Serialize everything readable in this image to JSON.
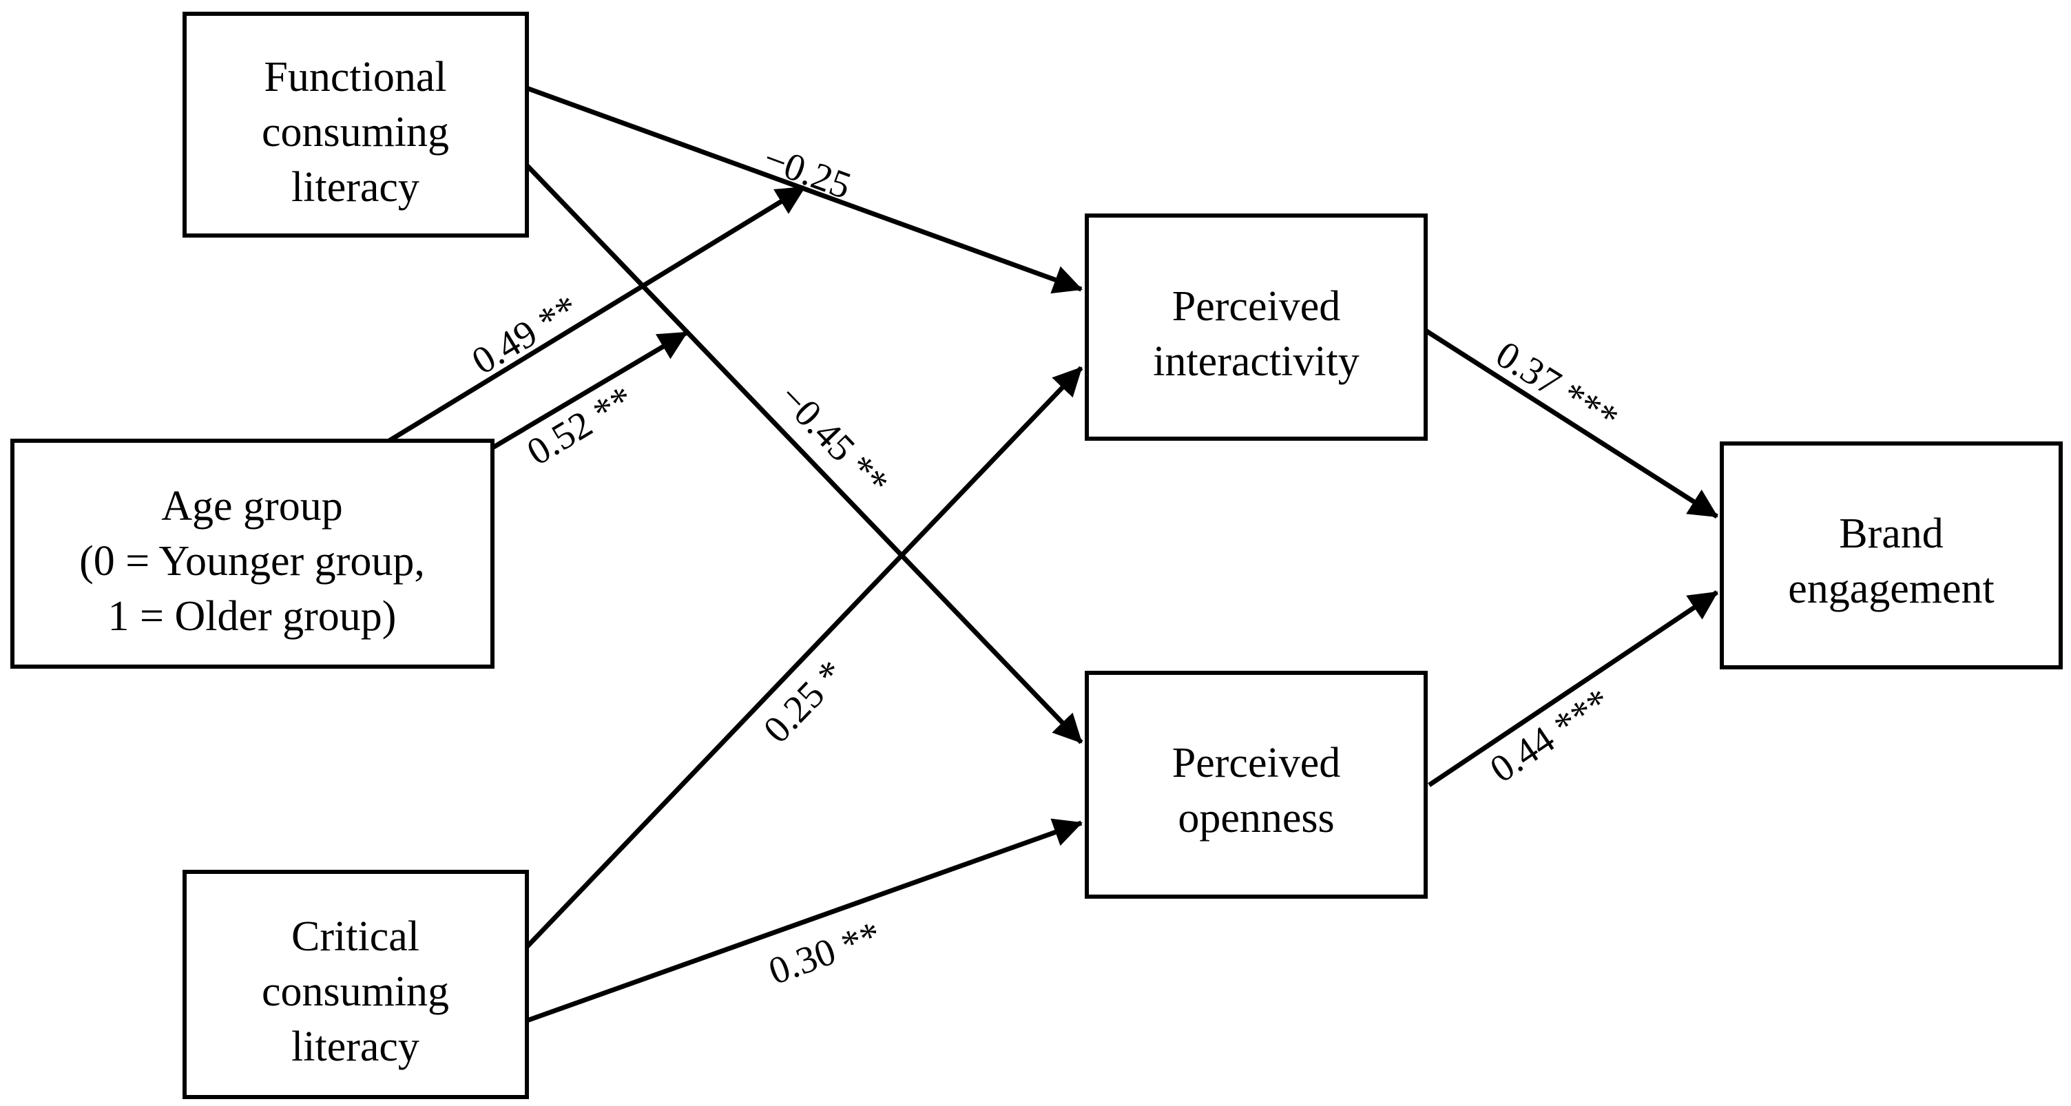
{
  "diagram": {
    "nodes": {
      "functional_literacy": [
        "Functional",
        "consuming",
        "literacy"
      ],
      "age_group": [
        "Age group",
        "(0 = Younger group,",
        "1 = Older group)"
      ],
      "critical_literacy": [
        "Critical",
        "consuming",
        "literacy"
      ],
      "perceived_interactivity": [
        "Perceived",
        "interactivity"
      ],
      "perceived_openness": [
        "Perceived",
        "openness"
      ],
      "brand_engagement": [
        "Brand",
        "engagement"
      ]
    },
    "edges": {
      "functional_to_interactivity": "−0.25",
      "functional_to_openness": "−0.45 **",
      "age_moderates_functional_interactivity": "0.49 **",
      "age_moderates_functional_openness": "0.52 **",
      "critical_to_interactivity": "0.25 *",
      "critical_to_openness": "0.30 **",
      "interactivity_to_engagement": "0.37 ***",
      "openness_to_engagement": "0.44 ***"
    }
  }
}
